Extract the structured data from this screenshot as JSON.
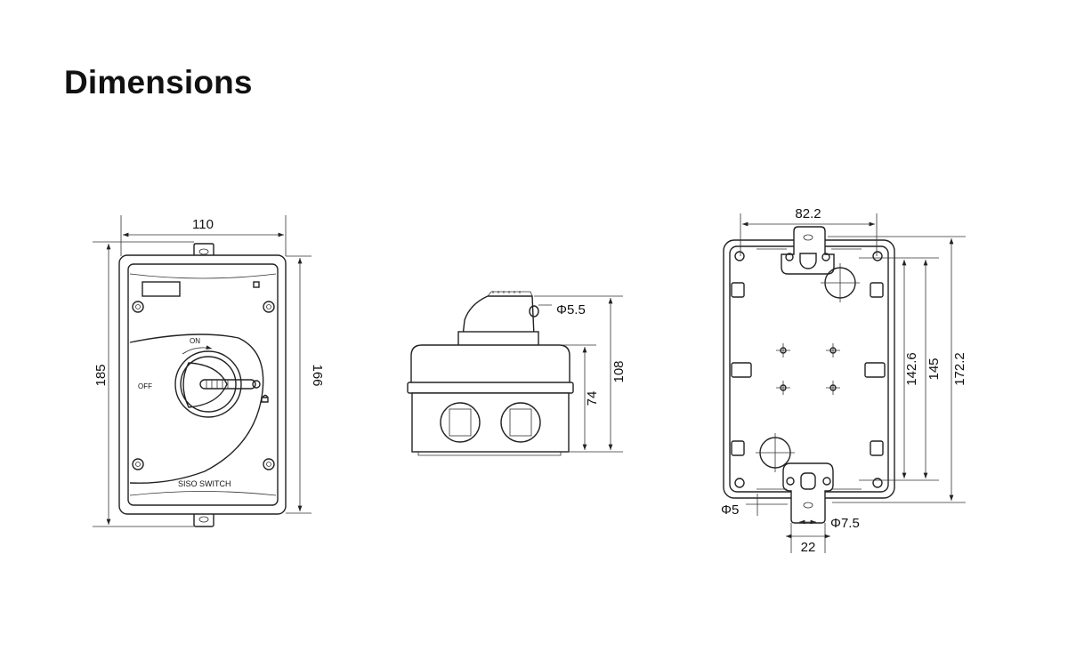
{
  "title": "Dimensions",
  "front_view": {
    "width_label": "110",
    "total_height_label": "185",
    "body_height_label": "166",
    "brand_label": "SISO SWITCH",
    "on_label": "ON",
    "off_label": "OFF"
  },
  "side_view": {
    "hole_label": "Φ5.5",
    "body_height_label": "74",
    "total_height_label": "108"
  },
  "back_view": {
    "width_label": "82.2",
    "hole_spacing_label": "142.6",
    "mount_spacing_label": "145",
    "total_height_label": "172.2",
    "small_hole_label": "Φ5",
    "slot_label": "Φ7.5",
    "tab_width_label": "22"
  }
}
